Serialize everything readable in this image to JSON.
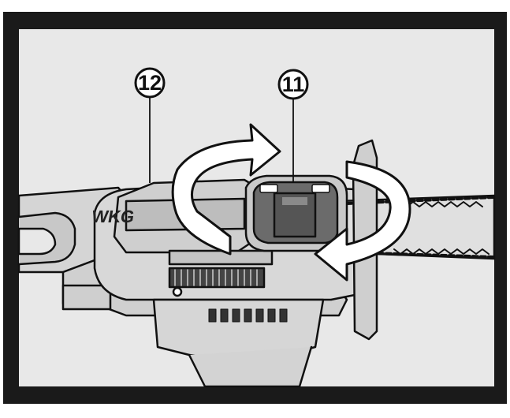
{
  "figure": {
    "callouts": [
      {
        "number": "12",
        "target": "chain-oil-tank"
      },
      {
        "number": "11",
        "target": "oil-tank-cap"
      }
    ],
    "colors": {
      "frame": "#1a1a1a",
      "background": "#e8e8e8",
      "body": "#d5d5d5",
      "line": "#111111",
      "arrow": "#ffffff"
    },
    "icons": [
      "rotate-arrow-icon",
      "rotate-arrow-icon",
      "lock-icon",
      "unlock-icon"
    ]
  }
}
